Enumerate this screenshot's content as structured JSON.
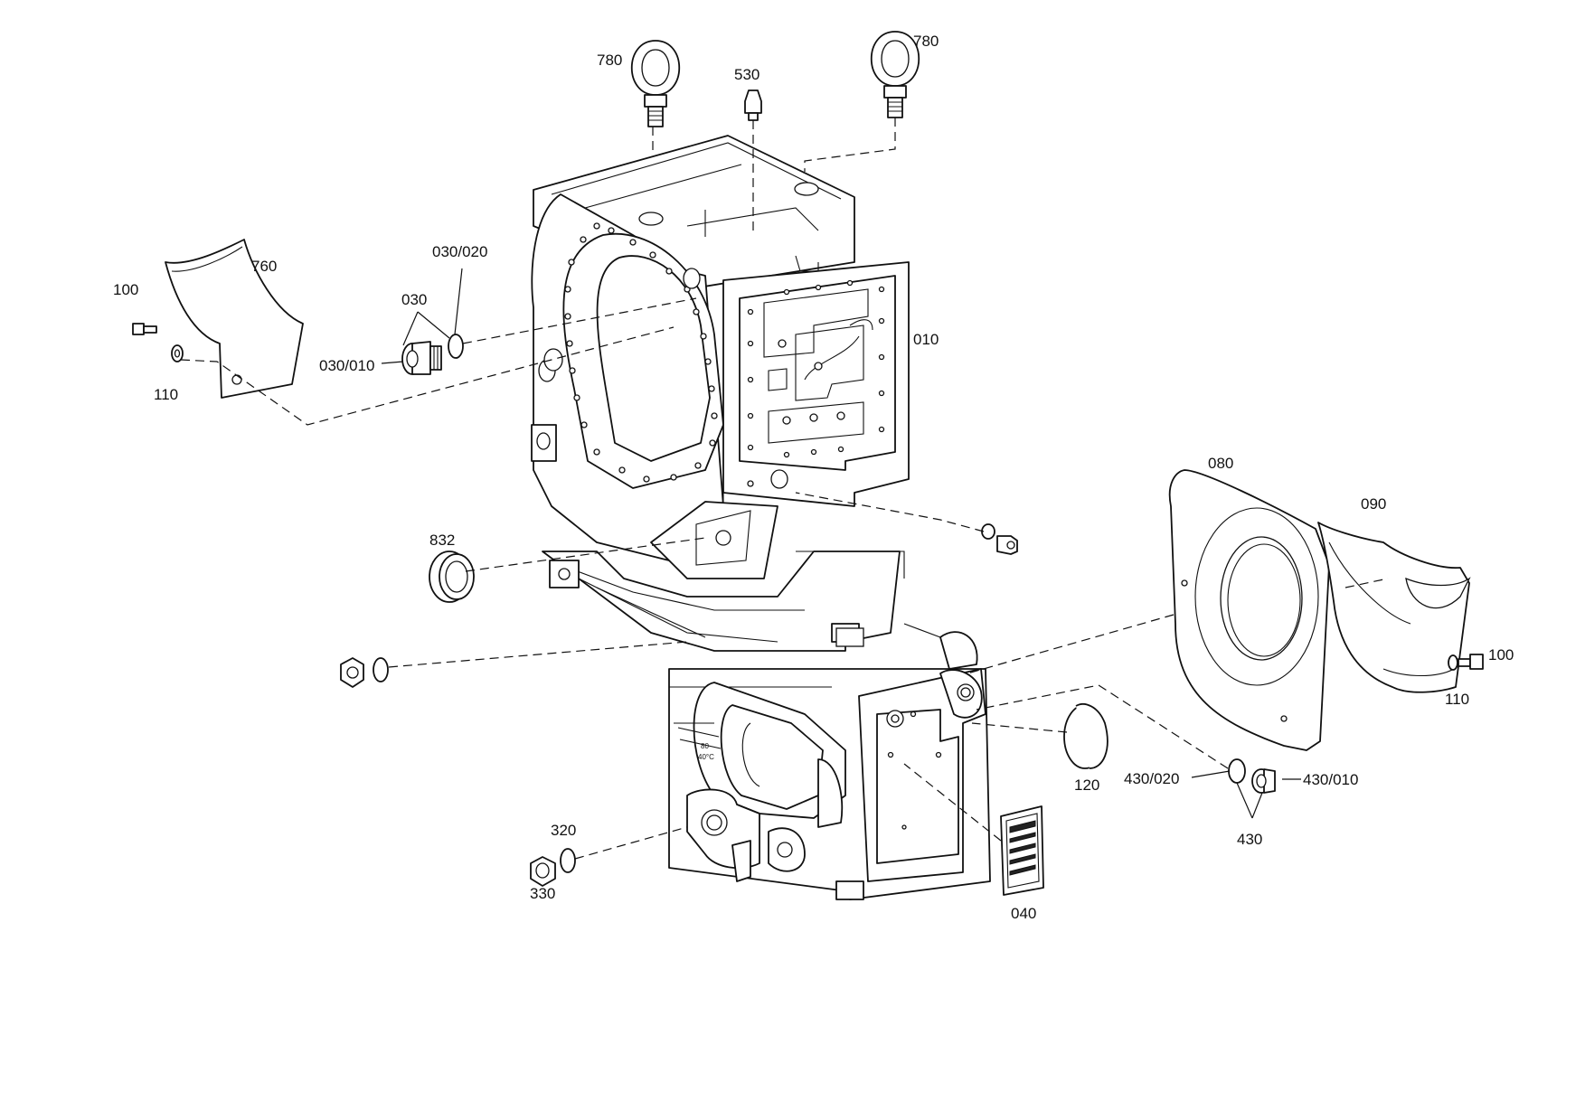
{
  "labels": {
    "p780a": "780",
    "p780b": "780",
    "p530": "530",
    "p760": "760",
    "p100a": "100",
    "p110a": "110",
    "p030020": "030/020",
    "p030": "030",
    "p030010": "030/010",
    "p010": "010",
    "p832": "832",
    "p080": "080",
    "p090": "090",
    "p100b": "100",
    "p110b": "110",
    "p120": "120",
    "p430020": "430/020",
    "p430010": "430/010",
    "p430": "430",
    "p320": "320",
    "p330": "330",
    "p040": "040"
  },
  "engraving": {
    "line1": "80",
    "line2": "40°C"
  }
}
